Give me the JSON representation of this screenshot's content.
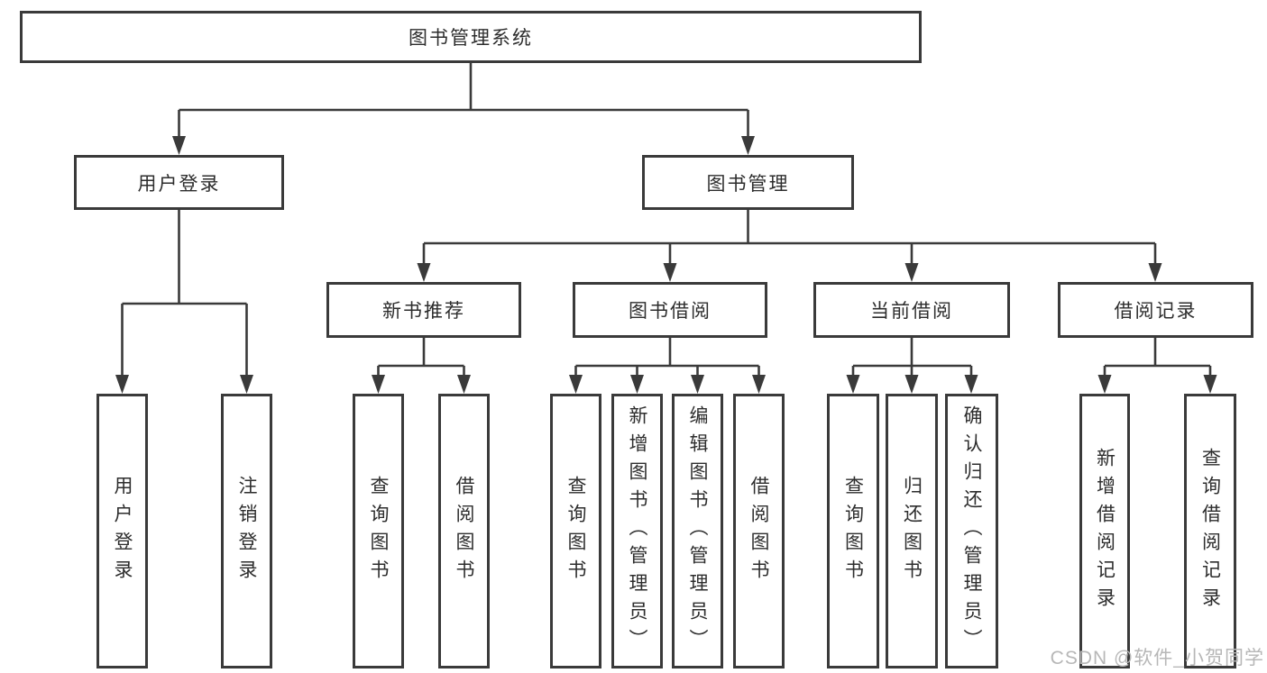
{
  "diagram": {
    "title": "图书管理系统",
    "branches": [
      {
        "label": "用户登录",
        "children": [
          {
            "label": "用户登录"
          },
          {
            "label": "注销登录"
          }
        ]
      },
      {
        "label": "图书管理",
        "children": [
          {
            "label": "新书推荐",
            "children": [
              {
                "label": "查询图书"
              },
              {
                "label": "借阅图书"
              }
            ]
          },
          {
            "label": "图书借阅",
            "children": [
              {
                "label": "查询图书"
              },
              {
                "label": "新增图书（管理员）"
              },
              {
                "label": "编辑图书（管理员）"
              },
              {
                "label": "借阅图书"
              }
            ]
          },
          {
            "label": "当前借阅",
            "children": [
              {
                "label": "查询图书"
              },
              {
                "label": "归还图书"
              },
              {
                "label": "确认归还（管理员）"
              }
            ]
          },
          {
            "label": "借阅记录",
            "children": [
              {
                "label": "新增借阅记录"
              },
              {
                "label": "查询借阅记录"
              }
            ]
          }
        ]
      }
    ]
  },
  "watermark": "CSDN @软件_小贺同学",
  "colors": {
    "line": "#3a3a3a",
    "text": "#2d2d2d",
    "watermark": "#b7b7b7",
    "background": "#ffffff"
  }
}
